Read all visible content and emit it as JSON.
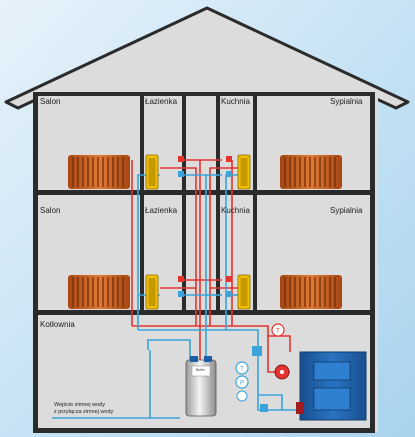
{
  "diagram": {
    "rooms": {
      "upper": [
        "Salon",
        "Łazienka",
        "Kuchnia",
        "Sypialnia"
      ],
      "middle": [
        "Salon",
        "Łazienka",
        "Kuchnia",
        "Sypialnia"
      ],
      "basement": "Kotłownia"
    },
    "cold_water_inlet": {
      "line1": "Wejście zimnej wody",
      "line2": "z przyłącza zimnej wody"
    },
    "gauges": {
      "thermometer": "T",
      "pressure": "P"
    },
    "boiler_label": "Boiler",
    "colors": {
      "background": "#cfe6f4",
      "house_fill": "#dcdcdc",
      "wall": "#2b2b2b",
      "hot_pipe": "#e3342f",
      "cold_pipe": "#3aa3dc",
      "radiator": "#c0581c",
      "towel_rail": "#e8b400",
      "boiler_body": "#1f5fa8"
    }
  }
}
